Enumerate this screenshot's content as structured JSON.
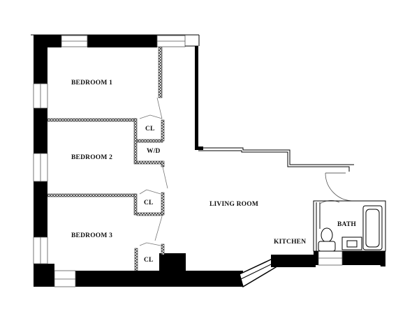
{
  "floorplan": {
    "rooms": [
      {
        "id": "bedroom1",
        "label": "BEDROOM 1"
      },
      {
        "id": "bedroom2",
        "label": "BEDROOM 2"
      },
      {
        "id": "bedroom3",
        "label": "BEDROOM 3"
      },
      {
        "id": "closet1",
        "label": "CL"
      },
      {
        "id": "washer_dryer",
        "label": "W/D"
      },
      {
        "id": "closet2",
        "label": "CL"
      },
      {
        "id": "closet3",
        "label": "CL"
      },
      {
        "id": "living_room",
        "label": "LIVING ROOM"
      },
      {
        "id": "kitchen",
        "label": "KITCHEN"
      },
      {
        "id": "bath",
        "label": "BATH"
      }
    ],
    "colors": {
      "wall": "#000000",
      "partition_hatch": "#333333",
      "background": "#ffffff"
    }
  }
}
